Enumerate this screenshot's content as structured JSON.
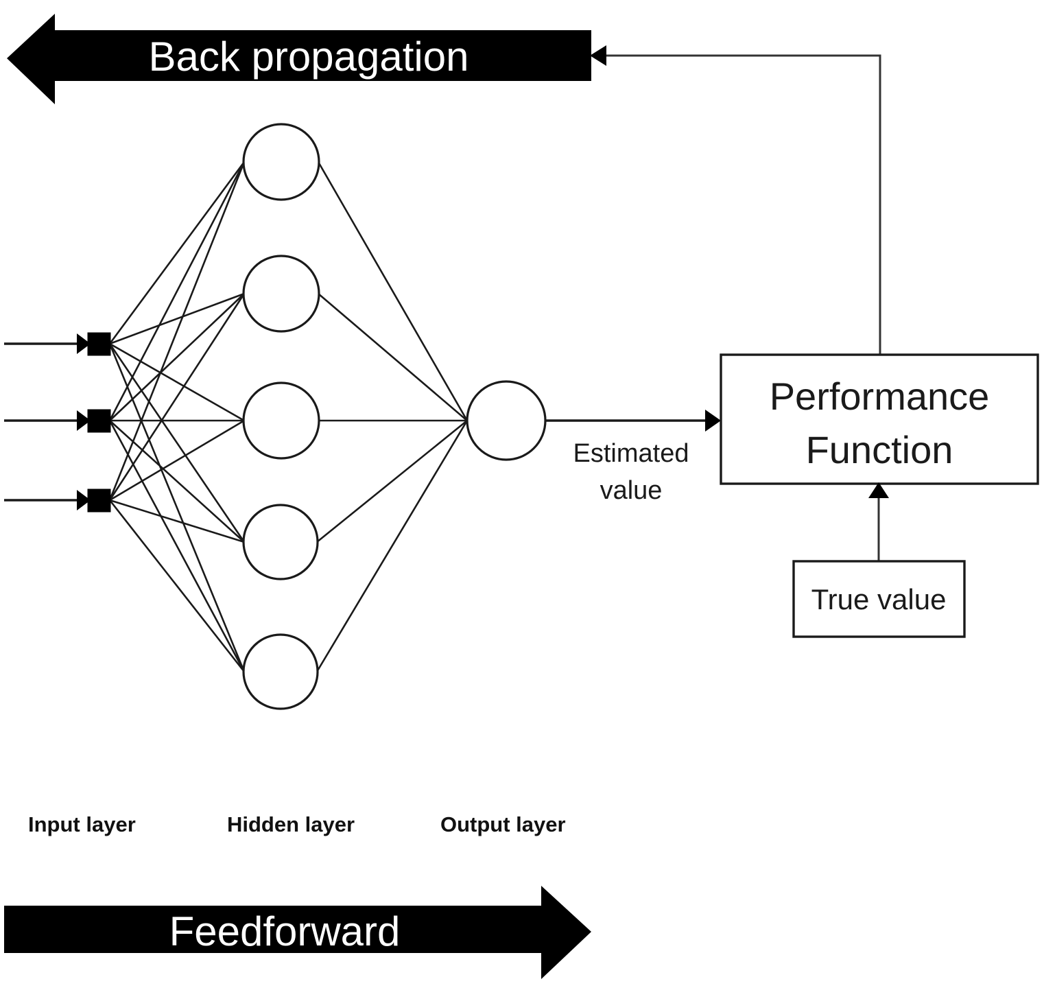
{
  "diagram": {
    "title": "Neural network feedforward and back propagation training loop",
    "colors": {
      "band_fill": "#000000",
      "band_text": "#ffffff",
      "stroke": "#1a1a1a",
      "node_fill": "#ffffff",
      "input_node_fill": "#000000",
      "background": "#ffffff"
    },
    "banners": {
      "back_propagation": "Back propagation",
      "feedforward": "Feedforward"
    },
    "boxes": {
      "performance_function_line1": "Performance",
      "performance_function_line2": "Function",
      "true_value": "True value"
    },
    "edge_labels": {
      "estimated_value_line1": "Estimated",
      "estimated_value_line2": "value"
    },
    "layer_labels": {
      "input": "Input layer",
      "hidden": "Hidden layer",
      "output": "Output layer"
    },
    "network": {
      "input_nodes": 3,
      "hidden_nodes": 5,
      "output_nodes": 1,
      "connectivity": "fully-connected"
    }
  }
}
